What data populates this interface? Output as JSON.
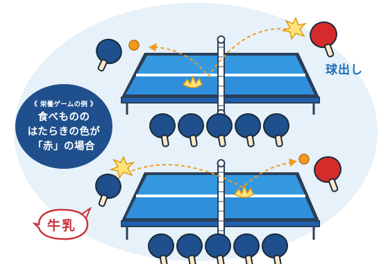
{
  "badge": {
    "subtitle": "《 栄養ゲームの例 》",
    "lines": [
      "食べものの",
      "はたらきの色が",
      "「赤」の場合"
    ]
  },
  "serve_label": "球出し",
  "milk_label": "牛乳",
  "colors": {
    "table_blue": "#2f8fdc",
    "table_dark": "#1f5fae",
    "table_frame": "#2a3f57",
    "paddle_blue": "#1f4f8c",
    "paddle_red": "#d62b2b",
    "ball_orange": "#f39a1e",
    "background_blob": "#e6f1f9",
    "badge_blue": "#1f4f8c",
    "milk_red": "#c8323a",
    "serve_blue": "#1e6fb8"
  },
  "icons": [
    "paddle-icon",
    "ball-icon",
    "impact-burst-icon",
    "bounce-burst-icon"
  ]
}
